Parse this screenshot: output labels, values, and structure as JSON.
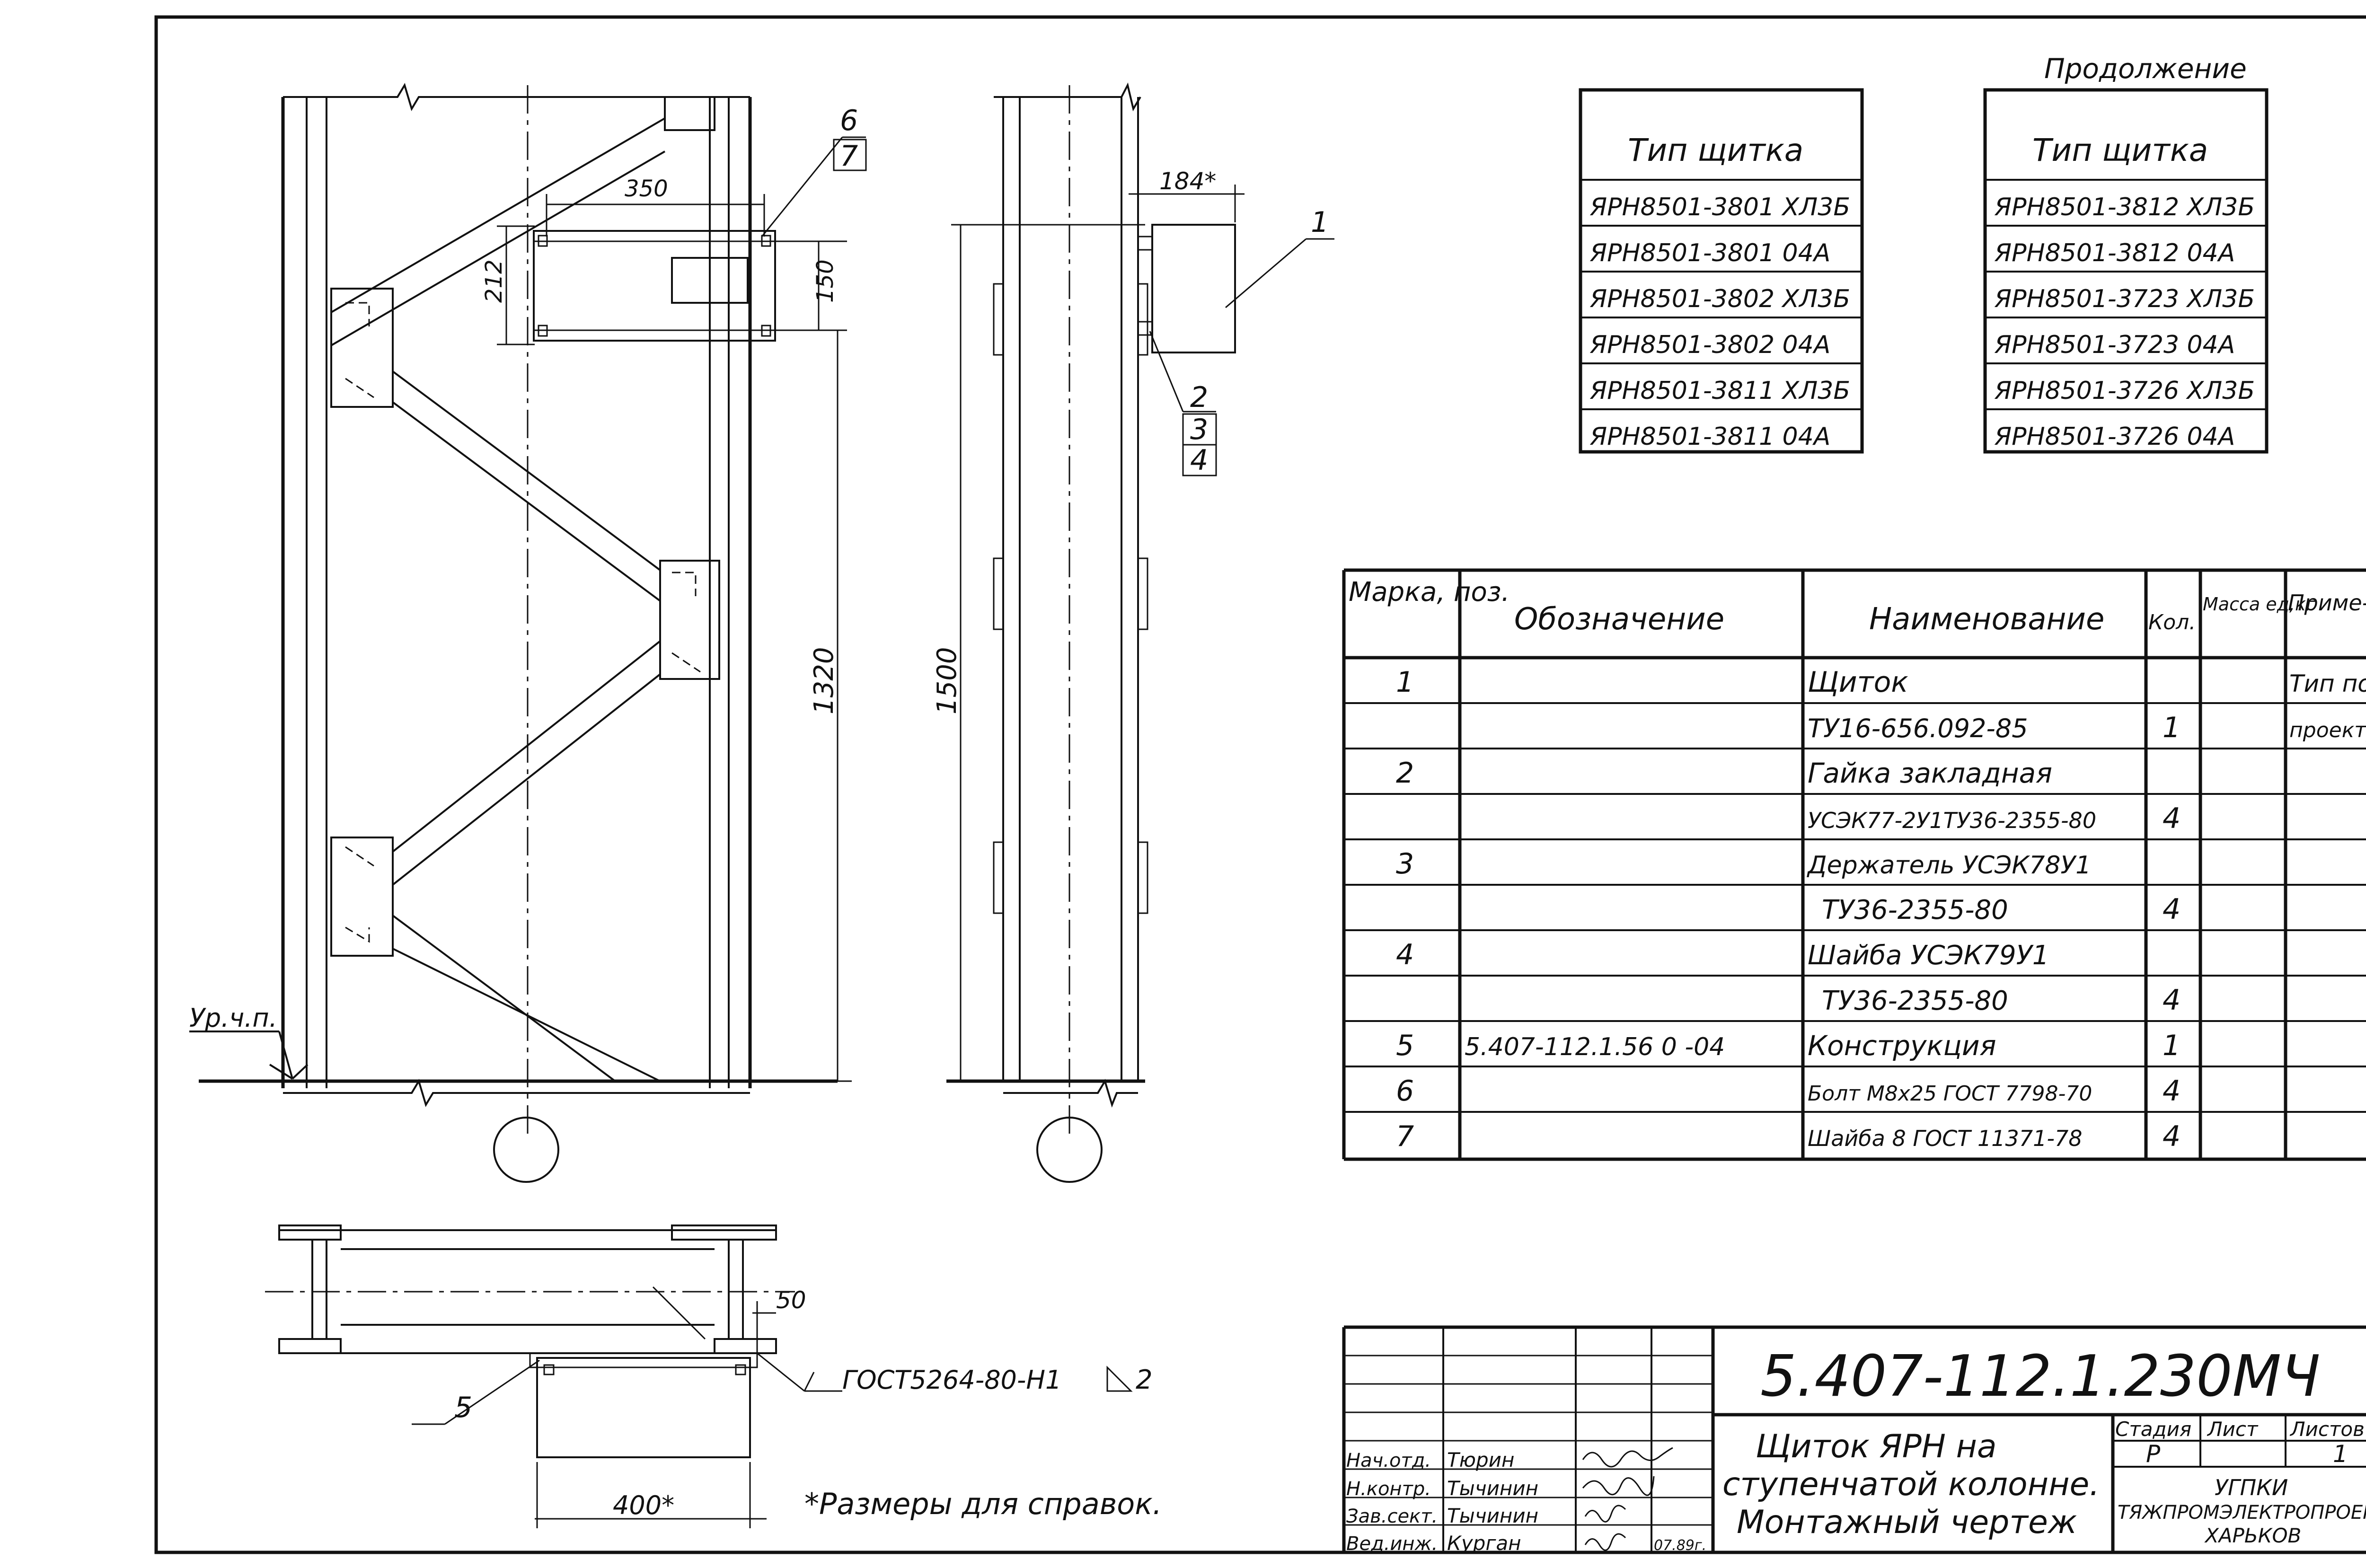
{
  "drawing_number": "5.407-112.1.230МЧ",
  "continuation_label": "Продолжение",
  "panel_types_header": "Тип щитка",
  "panel_types_left": [
    "ЯРН8501-3801 ХЛ3Б",
    "ЯРН8501-3801 04А",
    "ЯРН8501-3802 ХЛ3Б",
    "ЯРН8501-3802 04А",
    "ЯРН8501-3811 ХЛ3Б",
    "ЯРН8501-3811 04А"
  ],
  "panel_types_right": [
    "ЯРН8501-3812 ХЛ3Б",
    "ЯРН8501-3812 04А",
    "ЯРН8501-3723 ХЛ3Б",
    "ЯРН8501-3723 04А",
    "ЯРН8501-3726 ХЛ3Б",
    "ЯРН8501-3726 04А"
  ],
  "spec_headers": {
    "mark": "Марка, поз.",
    "designation": "Обозначение",
    "name": "Наименование",
    "qty": "Кол.",
    "mass": "Масса ед,кг",
    "note": "Приме- чание"
  },
  "spec_rows": [
    {
      "mark": "1",
      "designation": "",
      "name": "Щиток",
      "qty": "",
      "note": "Тип по"
    },
    {
      "mark": "",
      "designation": "",
      "name": "ТУ16-656.092-85",
      "qty": "1",
      "note": "проекту"
    },
    {
      "mark": "2",
      "designation": "",
      "name": "Гайка закладная",
      "qty": "",
      "note": ""
    },
    {
      "mark": "",
      "designation": "",
      "name": "УСЭК77-2У1ТУ36-2355-80",
      "qty": "4",
      "note": ""
    },
    {
      "mark": "3",
      "designation": "",
      "name": "Держатель УСЭК78У1",
      "qty": "",
      "note": ""
    },
    {
      "mark": "",
      "designation": "",
      "name": "ТУ36-2355-80",
      "qty": "4",
      "note": ""
    },
    {
      "mark": "4",
      "designation": "",
      "name": "Шайба УСЭК79У1",
      "qty": "",
      "note": ""
    },
    {
      "mark": "",
      "designation": "",
      "name": "ТУ36-2355-80",
      "qty": "4",
      "note": ""
    },
    {
      "mark": "5",
      "designation": "5.407-112.1.56 0 -04",
      "name": "Конструкция",
      "qty": "1",
      "note": ""
    },
    {
      "mark": "6",
      "designation": "",
      "name": "Болт М8х25 ГОСТ 7798-70",
      "qty": "4",
      "note": ""
    },
    {
      "mark": "7",
      "designation": "",
      "name": "Шайба 8 ГОСТ 11371-78",
      "qty": "4",
      "note": ""
    }
  ],
  "title_block": {
    "title_lines": [
      "Щиток ЯРН на",
      "ступенчатой колонне.",
      "Монтажный чертеж"
    ],
    "stage_label": "Стадия",
    "sheet_label": "Лист",
    "sheets_label": "Листов",
    "stage": "Р",
    "sheets": "1",
    "org_lines": [
      "УГПКИ",
      "ТЯЖПРОМЭЛЕКТРОПРОЕКТ",
      "ХАРЬКОВ"
    ],
    "roles": [
      "Нач.отд.",
      "Н.контр.",
      "Зав.сект.",
      "Вед.инж."
    ],
    "names": [
      "Тюрин",
      "Тычинин",
      "Тычинин",
      "Курган"
    ],
    "date": "07.89г."
  },
  "dimensions": {
    "d350": "350",
    "d212": "212",
    "d150": "150",
    "d1320": "1320",
    "d1500": "1500",
    "d184": "184*",
    "d50": "50",
    "d400": "400*"
  },
  "callouts": {
    "c1": "1",
    "c2": "2",
    "c3": "3",
    "c4": "4",
    "c5": "5",
    "c6": "6",
    "c7": "7"
  },
  "floor_label": "Ур.ч.п.",
  "weld_note": "ГОСТ5264-80-Н1",
  "weld_size": "2",
  "reference_note": "*Размеры для справок."
}
